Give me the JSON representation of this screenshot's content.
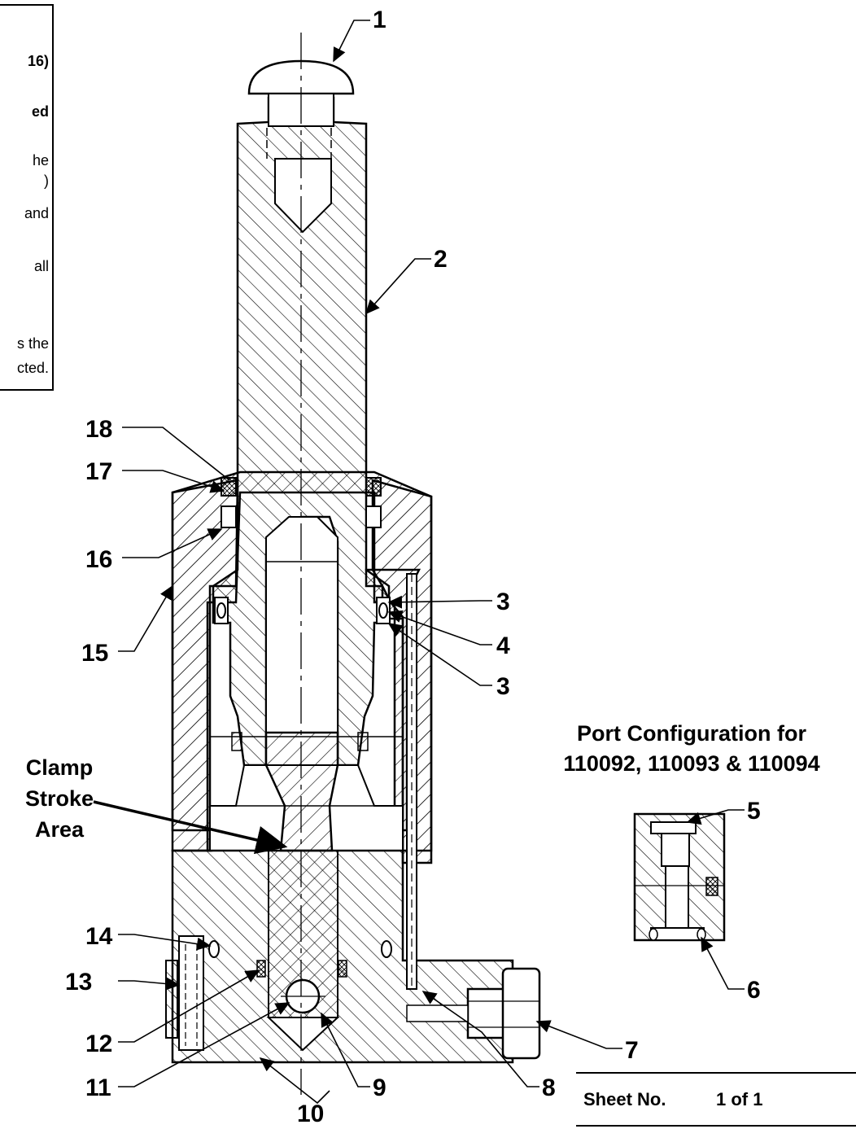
{
  "notes_box": {
    "fragments": [
      "16)",
      "ed",
      "he",
      ")",
      "and",
      "all",
      "s the",
      "cted."
    ]
  },
  "callouts": {
    "c1": "1",
    "c2": "2",
    "c3a": "3",
    "c3b": "3",
    "c4": "4",
    "c5": "5",
    "c6": "6",
    "c7": "7",
    "c8": "8",
    "c9": "9",
    "c10": "10",
    "c11": "11",
    "c12": "12",
    "c13": "13",
    "c14": "14",
    "c15": "15",
    "c16": "16",
    "c17": "17",
    "c18": "18"
  },
  "clamp_label": {
    "line1": "Clamp",
    "line2": "Stroke",
    "line3": "Area"
  },
  "port_config": {
    "line1": "Port Configuration for",
    "line2": "110092, 110093 & 110094"
  },
  "title_block": {
    "sheet_label": "Sheet No.",
    "sheet_value": "1 of 1"
  }
}
